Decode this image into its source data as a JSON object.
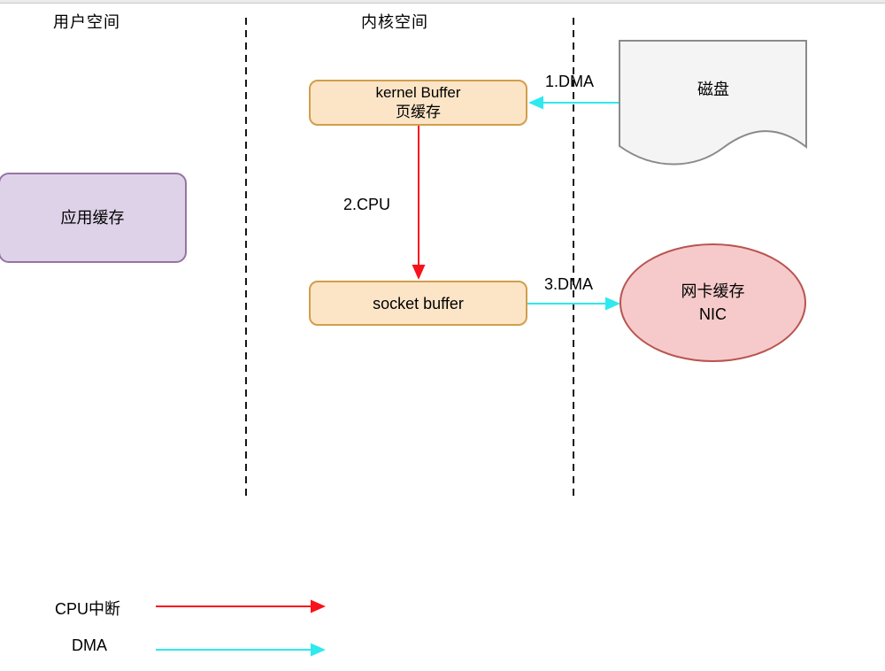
{
  "header": {
    "user_space": "用户空间",
    "kernel_space": "内核空间"
  },
  "nodes": {
    "kernel_buffer": {
      "line1": "kernel Buffer",
      "line2": "页缓存"
    },
    "app_cache": {
      "label": "应用缓存"
    },
    "socket_buffer": {
      "label": "socket buffer"
    },
    "disk": {
      "label": "磁盘"
    },
    "nic": {
      "line1": "网卡缓存",
      "line2": "NIC"
    }
  },
  "arrows": {
    "dma1": {
      "label": "1.DMA",
      "from": "disk",
      "to": "kernel_buffer"
    },
    "cpu2": {
      "label": "2.CPU",
      "from": "kernel_buffer",
      "to": "socket_buffer"
    },
    "dma3": {
      "label": "3.DMA",
      "from": "socket_buffer",
      "to": "nic"
    }
  },
  "legend": {
    "cpu": {
      "label": "CPU中断"
    },
    "dma": {
      "label": "DMA"
    }
  },
  "colors": {
    "cpu_arrow": "#f8121c",
    "dma_arrow": "#2ee9ee",
    "divider": "#151515",
    "orange_fill": "#fce5c7",
    "orange_border": "#d19e4b",
    "purple_fill": "#ded2e8",
    "purple_border": "#9673a6",
    "pink_fill": "#f6caca",
    "pink_border": "#b85450",
    "disk_fill": "#f4f4f4",
    "disk_border": "#8a8a8a"
  }
}
